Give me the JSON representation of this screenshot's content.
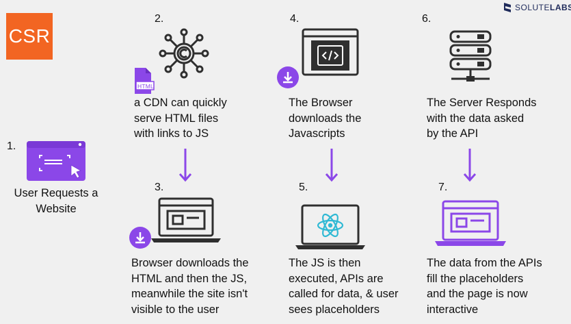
{
  "header": {
    "badge": "CSR",
    "brand_prefix": "SOLUTE",
    "brand_suffix": "LABS",
    "colors": {
      "badge": "#f26522",
      "purple": "#8b47e8",
      "icon_dark": "#2f2f2f",
      "react": "#2fb9d4",
      "brand": "#1e2a5a"
    }
  },
  "steps": [
    {
      "number": "1.",
      "icon": "browser-cursor-icon",
      "lines": [
        "User Requests a",
        "Website"
      ]
    },
    {
      "number": "2.",
      "icon": "cdn-network-icon",
      "badge_icon": "html-file-icon",
      "badge_text": "HTML",
      "lines": [
        "a CDN can quickly",
        "serve HTML files",
        "with links to JS"
      ]
    },
    {
      "number": "3.",
      "icon": "laptop-webpage-icon",
      "badge_icon": "download-icon",
      "lines": [
        "Browser downloads the",
        "HTML and then the JS,",
        "meanwhile the site isn't",
        "visible to the user"
      ]
    },
    {
      "number": "4.",
      "icon": "browser-code-icon",
      "badge_icon": "download-icon",
      "lines": [
        "The Browser",
        "downloads the",
        "Javascripts"
      ]
    },
    {
      "number": "5.",
      "icon": "laptop-react-icon",
      "lines": [
        "The JS is then",
        "executed, APIs are",
        "called for data, & user",
        "sees placeholders"
      ]
    },
    {
      "number": "6.",
      "icon": "server-stack-icon",
      "lines": [
        "The Server Responds",
        "with the data asked",
        "by the API"
      ]
    },
    {
      "number": "7.",
      "icon": "laptop-filled-page-icon",
      "lines": [
        "The data from the APIs",
        "fill the placeholders",
        "and the page is now",
        "interactive"
      ]
    }
  ]
}
